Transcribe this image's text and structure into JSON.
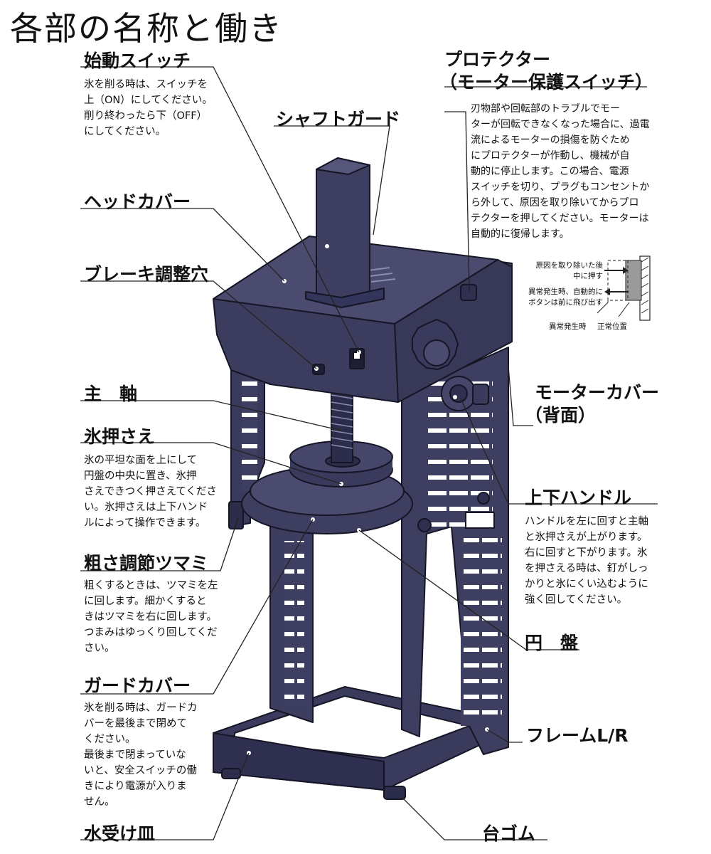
{
  "title": "各部の名称と働き",
  "parts": {
    "start_switch": {
      "label": "始動スイッチ",
      "desc": "氷を削る時は、スイッチを\n上（ON）にしてください。\n削り終わったら下（OFF）\nにしてください。"
    },
    "shaft_guard": {
      "label": "シャフトガード"
    },
    "head_cover": {
      "label": "ヘッドカバー"
    },
    "brake_hole": {
      "label": "ブレーキ調整穴"
    },
    "main_shaft": {
      "label": "主　軸"
    },
    "ice_press": {
      "label": "氷押さえ",
      "desc": "氷の平坦な面を上にして\n円盤の中央に置き、氷押\nさえできつく押さえてくださ\nい。氷押さえは上下ハンド\nルによって操作できます。"
    },
    "coarse_knob": {
      "label": "粗さ調節ツマミ",
      "desc": "粗くするときは、ツマミを左\nに回します。細かくすると\nきはツマミを右に回します。\nつまみはゆっくり回してくだ\nさい。"
    },
    "guard_cover": {
      "label": "ガードカバー",
      "desc": "氷を削る時は、ガードカ\nバーを最後まで閉めて\nください。\n最後まで閉まっていな\nいと、安全スイッチの働\nきにより電源が入りま\nせん。"
    },
    "drip_tray": {
      "label": "水受け皿"
    },
    "protector": {
      "label": "プロテクター",
      "label2": "（モーター保護スイッチ）",
      "desc": "刃物部や回転部のトラブルでモー\nターが回転できなくなった場合に、過電\n流によるモーターの損傷を防ぐため\nにプロテクターが作動し、機械が自\n動的に停止します。この場合、電源\nスイッチを切り、プラグもコンセントか\nら外して、原因を取り除いてからプロ\nテクターを押してください。モーターは\n自動的に復帰します。"
    },
    "motor_cover": {
      "label": "モーターカバー",
      "label2": "（背面）"
    },
    "handle": {
      "label": "上下ハンドル",
      "desc": "ハンドルを左に回すと主軸\nと氷押さえが上がります。\n右に回すと下がります。氷\nを押さえる時は、釘がしっ\nかりと氷にくい込むように\n強く回してください。"
    },
    "disc": {
      "label": "円　盤"
    },
    "frame": {
      "label": "フレームL/R"
    },
    "rubber_foot": {
      "label": "台ゴム"
    }
  },
  "inset": {
    "push_after": "原因を取り除いた後\n中に押す",
    "pop_out": "異常発生時、自動的に\nボタンは前に飛び出す",
    "abnormal": "異常発生時",
    "normal": "正常位置"
  }
}
